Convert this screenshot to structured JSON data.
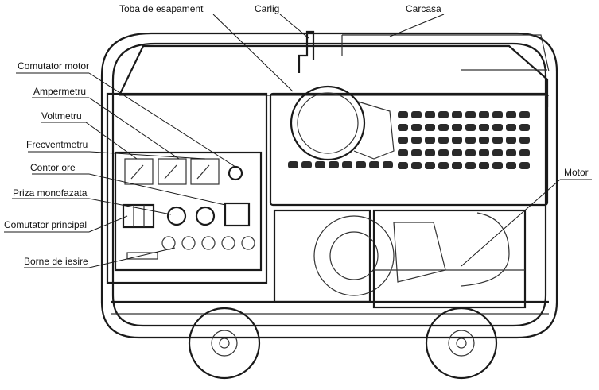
{
  "labels": {
    "muffler": "Toba de esapament",
    "hook": "Carlig",
    "housing": "Carcasa",
    "motor_switch": "Comutator motor",
    "ammeter": "Ampermetru",
    "voltmeter": "Voltmetru",
    "frequency_meter": "Frecventmetru",
    "hour_counter": "Contor ore",
    "single_phase_socket": "Priza monofazata",
    "main_switch": "Comutator principal",
    "output_terminals": "Borne de iesire",
    "engine": "Motor"
  },
  "colors": {
    "ink": "#1a1a1a",
    "background": "#ffffff"
  }
}
